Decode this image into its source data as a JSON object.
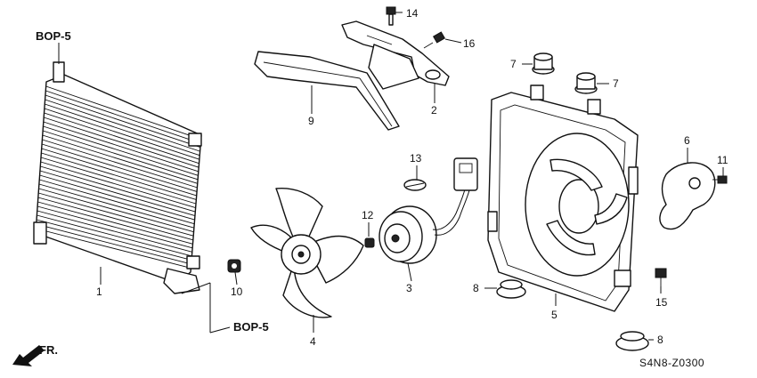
{
  "references": {
    "top": "BOP-5",
    "bottom": "BOP-5"
  },
  "front_indicator": "FR.",
  "diagram_code": "S4N8-Z0300",
  "callouts": {
    "c1": "1",
    "c2": "2",
    "c3": "3",
    "c4": "4",
    "c5": "5",
    "c6": "6",
    "c7a": "7",
    "c7b": "7",
    "c8a": "8",
    "c8b": "8",
    "c9": "9",
    "c10": "10",
    "c11": "11",
    "c12": "12",
    "c13": "13",
    "c14": "14",
    "c15": "15",
    "c16": "16"
  }
}
